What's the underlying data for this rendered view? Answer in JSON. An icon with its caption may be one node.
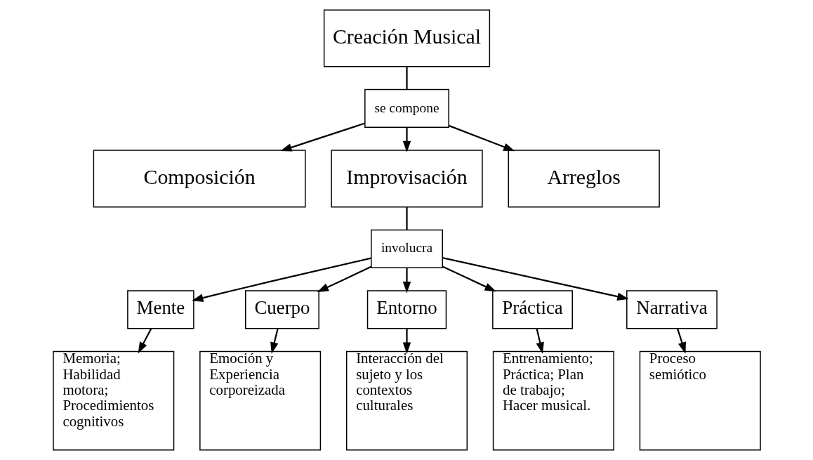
{
  "diagram": {
    "nodes": [
      {
        "text": [
          "Creación Musical"
        ]
      },
      {
        "text": [
          "se compone"
        ]
      },
      {
        "text": [
          "Composición"
        ]
      },
      {
        "text": [
          "Improvisación"
        ]
      },
      {
        "text": [
          "Arreglos"
        ]
      },
      {
        "text": [
          "involucra"
        ]
      },
      {
        "text": [
          "Mente"
        ]
      },
      {
        "text": [
          "Cuerpo"
        ]
      },
      {
        "text": [
          "Entorno"
        ]
      },
      {
        "text": [
          "Práctica"
        ]
      },
      {
        "text": [
          "Narrativa"
        ]
      },
      {
        "text": [
          "Memoria; Habilidad motora; Procedimientos cognitivos"
        ]
      },
      {
        "text": [
          "Emoción y Experiencia corporeizada"
        ]
      },
      {
        "text": [
          "Interacción del sujeto y los contextos culturales"
        ]
      },
      {
        "text": [
          "Entrenamiento; Práctica; Plan de trabajo; Hacer musical."
        ]
      },
      {
        "text": [
          "Proceso semiótico"
        ]
      }
    ],
    "edges": [
      {
        "from": 0,
        "to": 1,
        "arrow": "none"
      },
      {
        "from": 1,
        "to": 2,
        "arrow": "to"
      },
      {
        "from": 1,
        "to": 3,
        "arrow": "to"
      },
      {
        "from": 1,
        "to": 4,
        "arrow": "to"
      },
      {
        "from": 3,
        "to": 5,
        "arrow": "none"
      },
      {
        "from": 5,
        "to": 6,
        "arrow": "to"
      },
      {
        "from": 5,
        "to": 7,
        "arrow": "to"
      },
      {
        "from": 5,
        "to": 8,
        "arrow": "to"
      },
      {
        "from": 5,
        "to": 9,
        "arrow": "to"
      },
      {
        "from": 5,
        "to": 10,
        "arrow": "to"
      },
      {
        "from": 6,
        "to": 11,
        "arrow": "to"
      },
      {
        "from": 7,
        "to": 12,
        "arrow": "to"
      },
      {
        "from": 8,
        "to": 13,
        "arrow": "to"
      },
      {
        "from": 9,
        "to": 14,
        "arrow": "to"
      },
      {
        "from": 10,
        "to": 15,
        "arrow": "to"
      }
    ]
  }
}
